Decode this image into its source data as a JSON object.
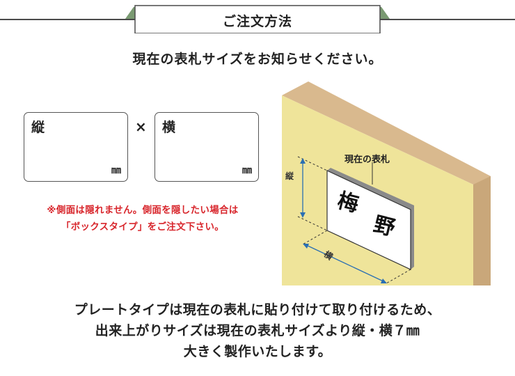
{
  "header": {
    "title": "ご注文方法"
  },
  "subtitle": "現在の表札サイズをお知らせください。",
  "size_form": {
    "height_label": "縦",
    "width_label": "横",
    "unit": "㎜",
    "times_symbol": "×"
  },
  "notes": [
    "※側面は隠れません。側面を隠したい場合は",
    "「ボックスタイプ」をご注文下さい。"
  ],
  "illustration": {
    "plate_label": "現在の表札",
    "plate_text_1": "梅",
    "plate_text_2": "野",
    "height_dim": "縦",
    "width_dim": "横",
    "colors": {
      "wall_face": "#efe49a",
      "wall_edge": "#d9b98e",
      "arrow": "#2a6fb3"
    }
  },
  "footer_lines": [
    "プレートタイプは現在の表札に貼り付けて取り付けるため、",
    "出来上がりサイズは現在の表札サイズより縦・横７㎜",
    "大きく製作いたします。"
  ],
  "colors": {
    "accent_green": "#7a9a72",
    "note_red": "#d8262c"
  }
}
